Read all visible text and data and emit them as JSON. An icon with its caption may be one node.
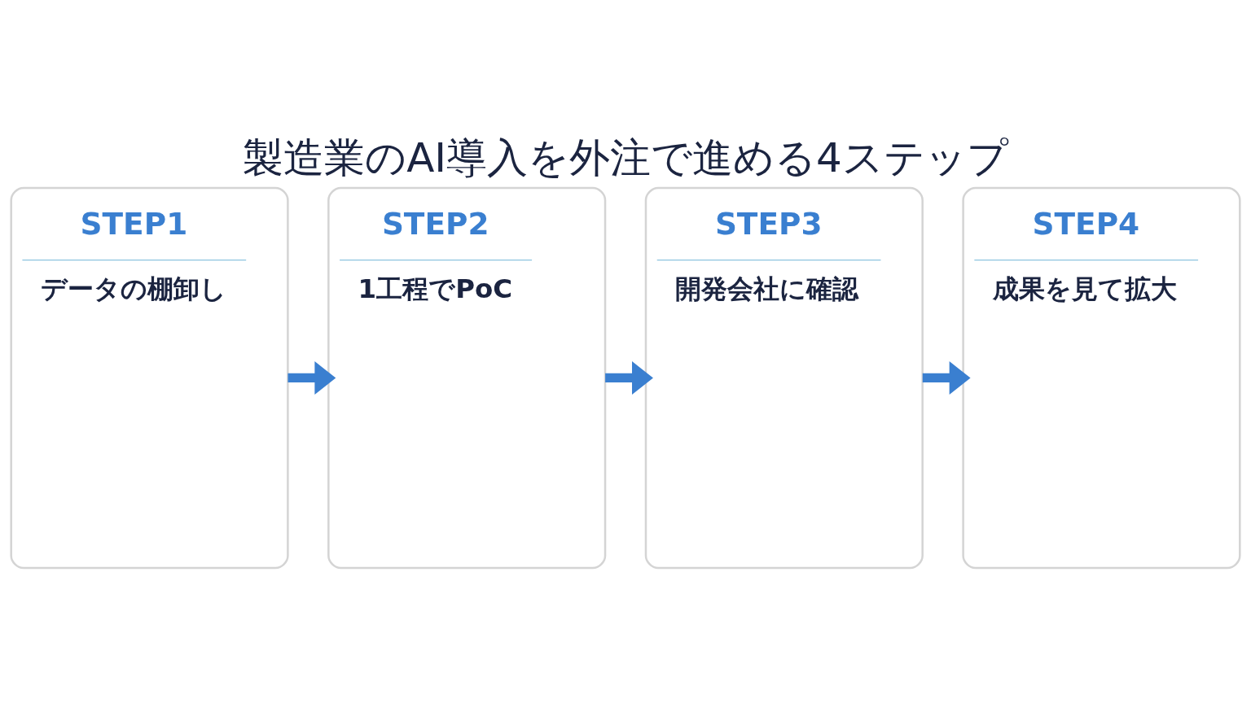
{
  "diagram": {
    "title": "製造業のAI導入を外注で進める4ステップ",
    "nodes": [
      {
        "text": [
          "STEP1",
          "データの棚卸し"
        ]
      },
      {
        "text": [
          "STEP2",
          "1工程でPoC"
        ]
      },
      {
        "text": [
          "STEP3",
          "開発会社に確認"
        ]
      },
      {
        "text": [
          "STEP4",
          "成果を見て拡大"
        ]
      }
    ],
    "edges": [
      {
        "from": 0,
        "to": 1,
        "arrow": "to"
      },
      {
        "from": 1,
        "to": 2,
        "arrow": "to"
      },
      {
        "from": 2,
        "to": 3,
        "arrow": "to"
      }
    ]
  }
}
